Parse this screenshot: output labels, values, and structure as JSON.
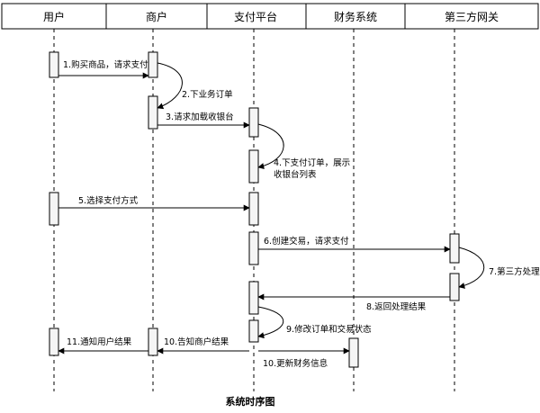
{
  "participants": [
    {
      "id": "user",
      "label": "用户"
    },
    {
      "id": "merchant",
      "label": "商户"
    },
    {
      "id": "pay",
      "label": "支付平台"
    },
    {
      "id": "finance",
      "label": "财务系统"
    },
    {
      "id": "third",
      "label": "第三方网关"
    }
  ],
  "messages": [
    {
      "id": "m1",
      "label": "1.购买商品，请求支付"
    },
    {
      "id": "m2",
      "label": "2.下业务订单"
    },
    {
      "id": "m3",
      "label": "3.请求加载收银台"
    },
    {
      "id": "m4a",
      "label": "4.下支付订单，展示"
    },
    {
      "id": "m4b",
      "label": "收银台列表"
    },
    {
      "id": "m5",
      "label": "5.选择支付方式"
    },
    {
      "id": "m6",
      "label": "6.创建交易，请求支付"
    },
    {
      "id": "m7",
      "label": "7.第三方处理"
    },
    {
      "id": "m8",
      "label": "8.返回处理结果"
    },
    {
      "id": "m9",
      "label": "9.修改订单和交易状态"
    },
    {
      "id": "m10a",
      "label": "10.告知商户结果"
    },
    {
      "id": "m10b",
      "label": "10.更新财务信息"
    },
    {
      "id": "m11",
      "label": "11.通知用户结果"
    }
  ],
  "caption": "系统时序图",
  "colors": {
    "line": "#000000",
    "activation_fill": "#f5f5f5",
    "background": "#ffffff"
  }
}
